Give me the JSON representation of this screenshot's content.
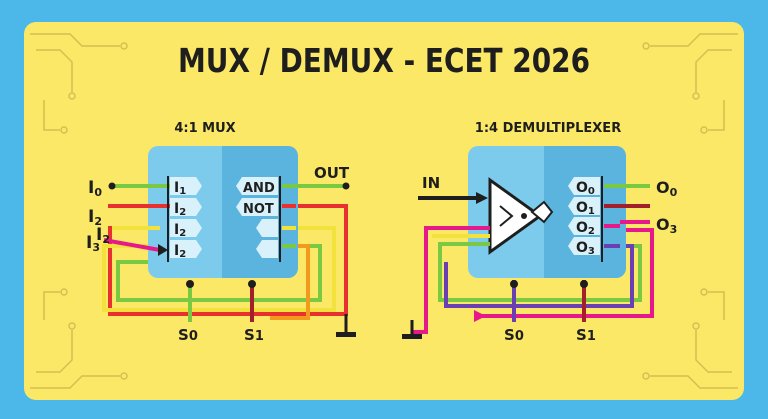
{
  "title": "MUX / DEMUX - ECET 2026",
  "mux": {
    "heading": "4:1 MUX",
    "inputs": [
      {
        "base": "I",
        "sub": "0"
      },
      {
        "base": "I",
        "sub": "2"
      },
      {
        "base": "I",
        "sub": "2"
      },
      {
        "base": "I",
        "sub": "3"
      }
    ],
    "pins": [
      {
        "base": "I",
        "sub": "1"
      },
      {
        "base": "I",
        "sub": "2"
      },
      {
        "base": "I",
        "sub": "2"
      },
      {
        "base": "I",
        "sub": "2"
      }
    ],
    "gates": [
      "AND",
      "NOT"
    ],
    "output": "OUT",
    "selects": [
      {
        "base": "S",
        "sub": "0"
      },
      {
        "base": "S",
        "sub": "1"
      }
    ]
  },
  "demux": {
    "heading": "1:4 DEMULTIPLEXER",
    "input": "IN",
    "pins": [
      {
        "base": "O",
        "sub": "0"
      },
      {
        "base": "O",
        "sub": "1"
      },
      {
        "base": "O",
        "sub": "2"
      },
      {
        "base": "O",
        "sub": "3"
      }
    ],
    "outputs": [
      {
        "base": "O",
        "sub": "0"
      },
      {
        "base": "O",
        "sub": "3"
      }
    ],
    "selects": [
      {
        "base": "S",
        "sub": "0"
      },
      {
        "base": "S",
        "sub": "1"
      }
    ]
  },
  "colors": {
    "background": "#4cb8e9",
    "panel": "#fbe867",
    "block": "#7ccbec",
    "block_dark": "#5bb4dd",
    "green": "#7ac943",
    "red": "#e8312f",
    "yellow": "#f4e23c",
    "orange": "#f39a1e",
    "magenta": "#e6198a",
    "purple": "#6a3fb4",
    "dark_red": "#a3202a",
    "wire_dark": "#1e1e1e"
  }
}
